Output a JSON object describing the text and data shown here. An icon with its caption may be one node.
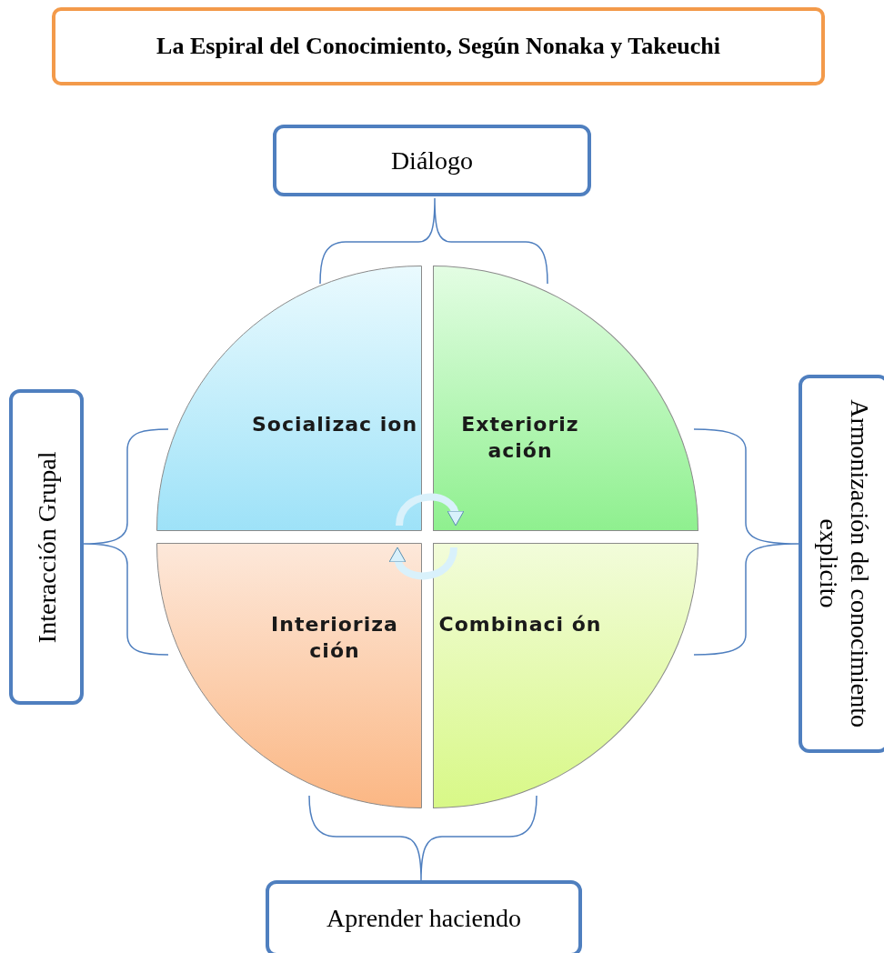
{
  "diagram": {
    "title": "La Espiral del Conocimiento, Según Nonaka y Takeuchi",
    "nodes": [
      {
        "text": [
          "Diálogo"
        ]
      },
      {
        "text": [
          "Interacción Grupal"
        ]
      },
      {
        "text": [
          "Armonización del conocimiento explicito"
        ]
      },
      {
        "text": [
          "Socializac ion"
        ]
      },
      {
        "text": [
          "Exterioriz ación"
        ]
      },
      {
        "text": [
          "Interioriza ción"
        ]
      },
      {
        "text": [
          "Combinaci ón"
        ]
      },
      {
        "text": [
          "Aprender haciendo"
        ]
      }
    ],
    "edges": [
      {
        "from": 3,
        "to": 4,
        "arrow": "to"
      },
      {
        "from": 6,
        "to": 5,
        "arrow": "to"
      }
    ]
  }
}
